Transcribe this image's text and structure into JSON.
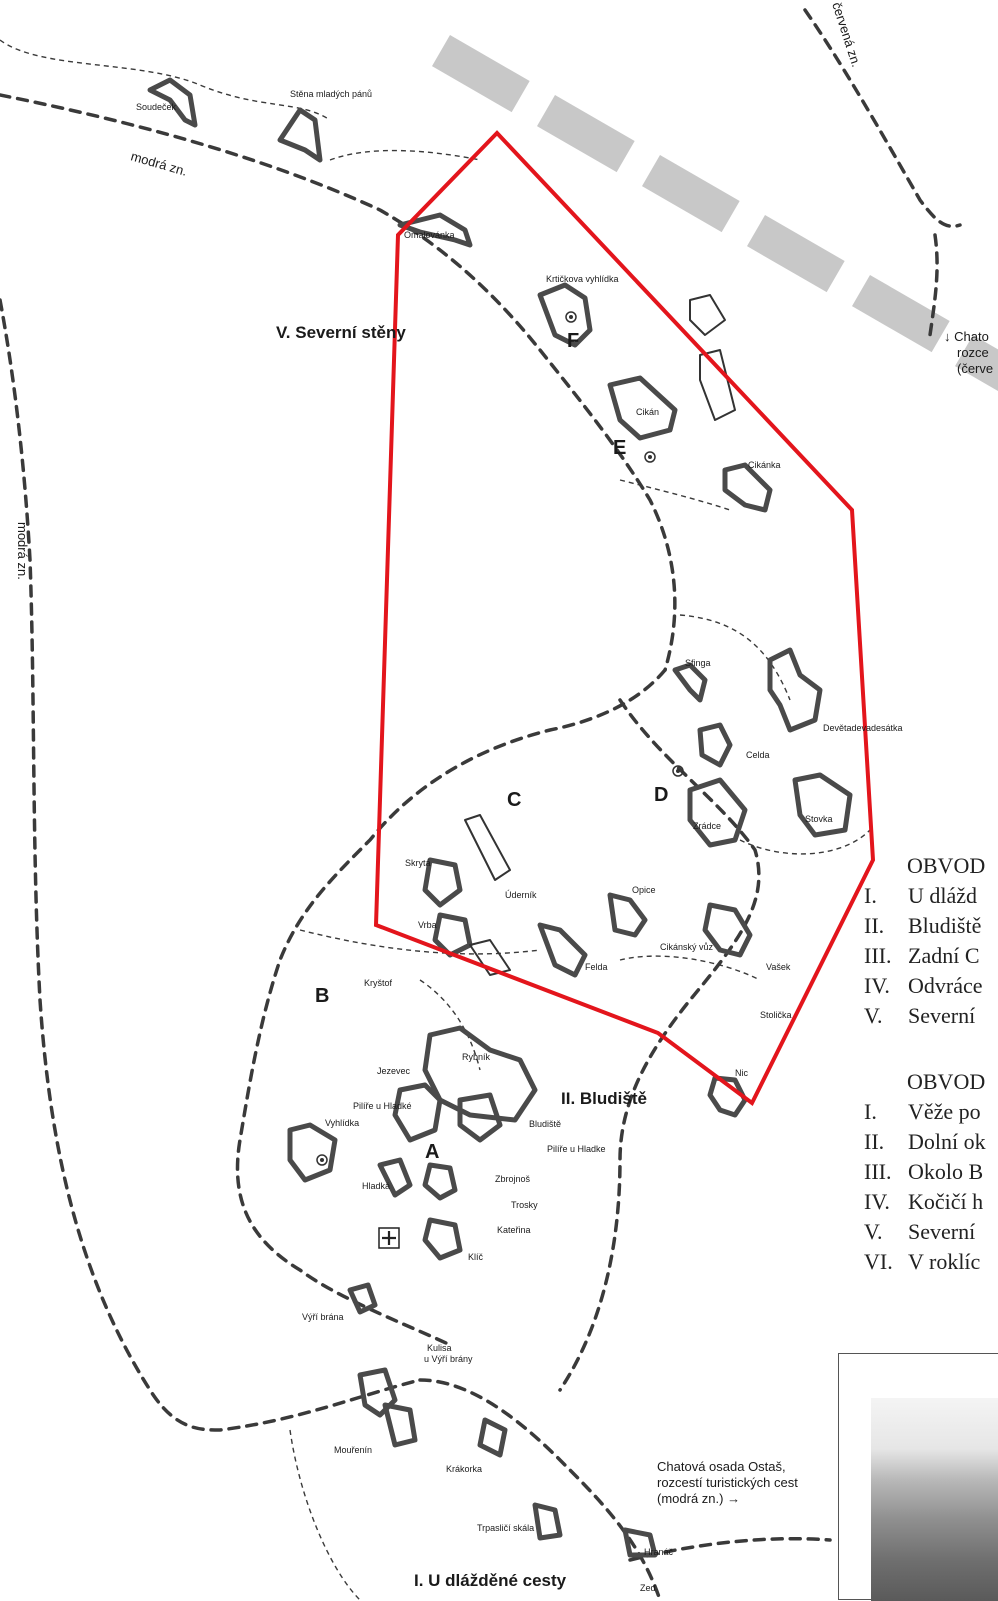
{
  "routes": {
    "blue_top": "modrá zn.",
    "blue_left": "modrá zn.",
    "red_top": "červená zn."
  },
  "regions": {
    "north_walls": "V. Severní stěny",
    "labyrinth": "II. Bludiště",
    "paved_road": "I. U dlážděné cesty"
  },
  "viewpoints": [
    "A",
    "B",
    "C",
    "D",
    "E",
    "F"
  ],
  "rocks": {
    "soudecek": "Soudeček",
    "stena": "Stěna mladých pánů",
    "omalovanka": "Omalovánka",
    "krtickova": "Krtičkova vyhlídka",
    "cikan": "Cikán",
    "cikanka": "Cikánka",
    "sfinga": "Sfinga",
    "devetadevadesatka": "Devětadevadesátka",
    "celda": "Celda",
    "zradce": "Zrádce",
    "stovka": "Stovka",
    "skryta": "Skrytá",
    "udernik": "Úderník",
    "opice": "Opice",
    "vrba": "Vrba",
    "cikansky_vuz": "Cikánský vůz",
    "felda": "Felda",
    "vasek": "Vašek",
    "krystof": "Kryštof",
    "rybnik": "Rybník",
    "stolicka": "Stolička",
    "jezevec": "Jezevec",
    "nic": "Nic",
    "pilire_hladke1": "Pilíře u Hladké",
    "bludiste": "Bludiště",
    "vyhlidka": "Vyhlídka",
    "pilire_hladke2": "Pilíře u Hladke",
    "zbrojnos": "Zbrojnoš",
    "hladka": "Hladká",
    "trosky": "Trosky",
    "katerina": "Kateřina",
    "klic": "Klíč",
    "vyri_brana": "Výří brána",
    "kulisa1": "Kulisa",
    "kulisa2": "u Výří brány",
    "mourenin": "Mouřenín",
    "krakorka": "Krákorka",
    "trpaslici": "Trpasličí skála",
    "hranac": "Hranáč",
    "zed": "Zeď"
  },
  "notes": {
    "chatova_right_1": "↓ Chato",
    "chatova_right_2": "rozce",
    "chatova_right_3": "(červe",
    "chatova_bottom_1": "Chatová osada Ostaš,",
    "chatova_bottom_2": "rozcestí turistických cest",
    "chatova_bottom_3": "(modrá zn.) →"
  },
  "legend": {
    "group1": {
      "title": "OBVOD",
      "items": [
        {
          "num": "I.",
          "text": "U dlážd"
        },
        {
          "num": "II.",
          "text": "Bludiště"
        },
        {
          "num": "III.",
          "text": "Zadní C"
        },
        {
          "num": "IV.",
          "text": "Odvráce"
        },
        {
          "num": "V.",
          "text": "Severní"
        }
      ]
    },
    "group2": {
      "title": "OBVOD",
      "items": [
        {
          "num": "I.",
          "text": "Věže po"
        },
        {
          "num": "II.",
          "text": "Dolní ok"
        },
        {
          "num": "III.",
          "text": "Okolo B"
        },
        {
          "num": "IV.",
          "text": "Kočičí h"
        },
        {
          "num": "V.",
          "text": "Severní"
        },
        {
          "num": "VI.",
          "text": "V roklíc"
        }
      ]
    }
  },
  "colors": {
    "boundary": "#e3151c",
    "rock_outline": "#4a4a4a",
    "road_band": "#c8c8c8"
  }
}
